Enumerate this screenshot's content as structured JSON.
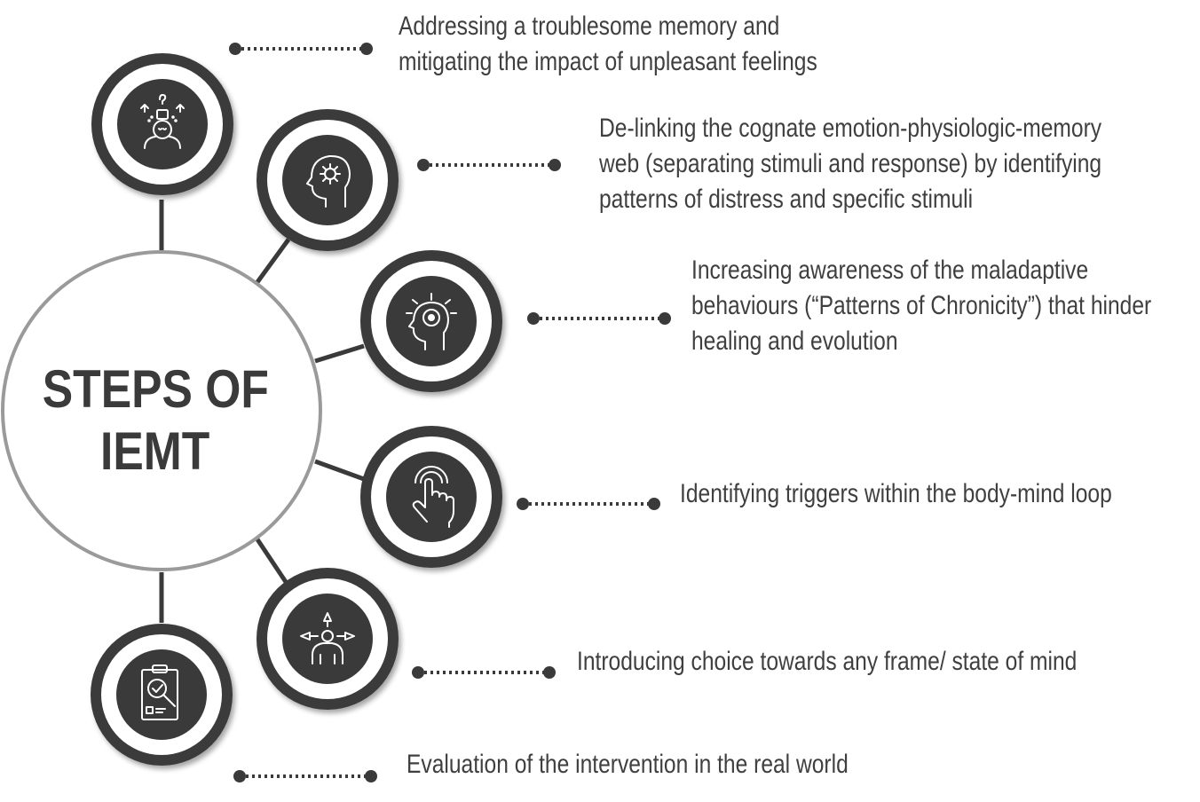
{
  "title": {
    "line1": "STEPS OF",
    "line2": "IEMT"
  },
  "colors": {
    "dark": "#3a3a3a",
    "ring": "#ffffff",
    "outline": "#9a9a9a",
    "text": "#3f3f3f",
    "background": "#ffffff"
  },
  "steps": [
    {
      "icon": "head-with-thoughts-icon",
      "lines": [
        "Addressing a troublesome memory and",
        "mitigating the impact of unpleasant feelings"
      ]
    },
    {
      "icon": "head-with-gear-icon",
      "lines": [
        "De-linking the cognate emotion-physiologic-memory",
        "web (separating stimuli and response) by identifying",
        "patterns of distress and specific stimuli"
      ]
    },
    {
      "icon": "head-with-target-icon",
      "lines": [
        "Increasing awareness of the maladaptive",
        "behaviours (“Patterns of Chronicity”) that hinder",
        "healing and evolution"
      ]
    },
    {
      "icon": "touch-hand-icon",
      "lines": [
        "Identifying triggers within the body-mind loop"
      ]
    },
    {
      "icon": "person-with-arrows-icon",
      "lines": [
        "Introducing choice towards any frame/ state of mind"
      ]
    },
    {
      "icon": "clipboard-magnifier-icon",
      "lines": [
        "Evaluation of the intervention in the real world"
      ]
    }
  ]
}
